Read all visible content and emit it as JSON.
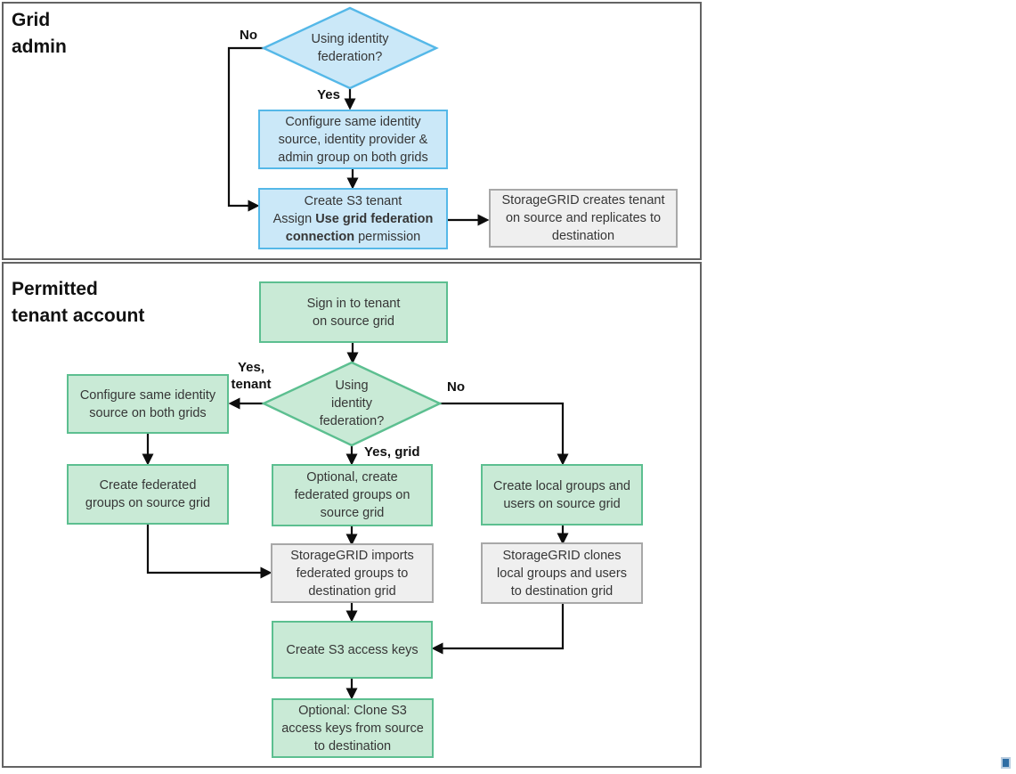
{
  "colors": {
    "blue_fill": "#cbe8f8",
    "blue_border": "#55b8e8",
    "green_fill": "#c9ead6",
    "green_border": "#5cbf90",
    "gray_fill": "#efefef",
    "gray_border": "#a8a8a8",
    "arrow": "#0d0d0d",
    "artifact_blue": "#2e6da4"
  },
  "section1": {
    "title": "Grid\nadmin",
    "decision": {
      "label": "Using  identity\nfederation?"
    },
    "edge_labels": {
      "no": "No",
      "yes": "Yes"
    },
    "nodes": {
      "configure_identity_admin": {
        "text": "Configure same identity\nsource, identity provider &\nadmin group on both grids"
      },
      "create_s3_tenant": {
        "line1": "Create S3 tenant",
        "assign_pre": "Assign ",
        "assign_bold": "Use grid federation\nconnection",
        "assign_post": " permission"
      },
      "creates_tenant": {
        "text": "StorageGRID creates tenant\non source and replicates to\ndestination"
      }
    }
  },
  "section2": {
    "title": "Permitted\ntenant account",
    "decision": {
      "label": "Using\nidentity\nfederation?"
    },
    "edge_labels": {
      "yes_tenant": "Yes,\ntenant",
      "no": "No",
      "yes_grid": "Yes, grid"
    },
    "nodes": {
      "sign_in": {
        "text": "Sign in to tenant\non source grid"
      },
      "configure_identity": {
        "text": "Configure same identity\nsource on both grids"
      },
      "create_federated": {
        "text": "Create federated\ngroups on source grid"
      },
      "optional_create_federated": {
        "text": "Optional, create\nfederated groups on\nsource grid"
      },
      "create_local": {
        "text": "Create local groups and\nusers on source grid"
      },
      "imports_federated": {
        "text": "StorageGRID imports\nfederated groups to\ndestination grid"
      },
      "clones_local": {
        "text": "StorageGRID clones\nlocal groups and users\nto destination grid"
      },
      "create_keys": {
        "text": "Create S3 access keys"
      },
      "clone_keys": {
        "text": "Optional: Clone S3\naccess keys from source\nto destination"
      }
    }
  }
}
